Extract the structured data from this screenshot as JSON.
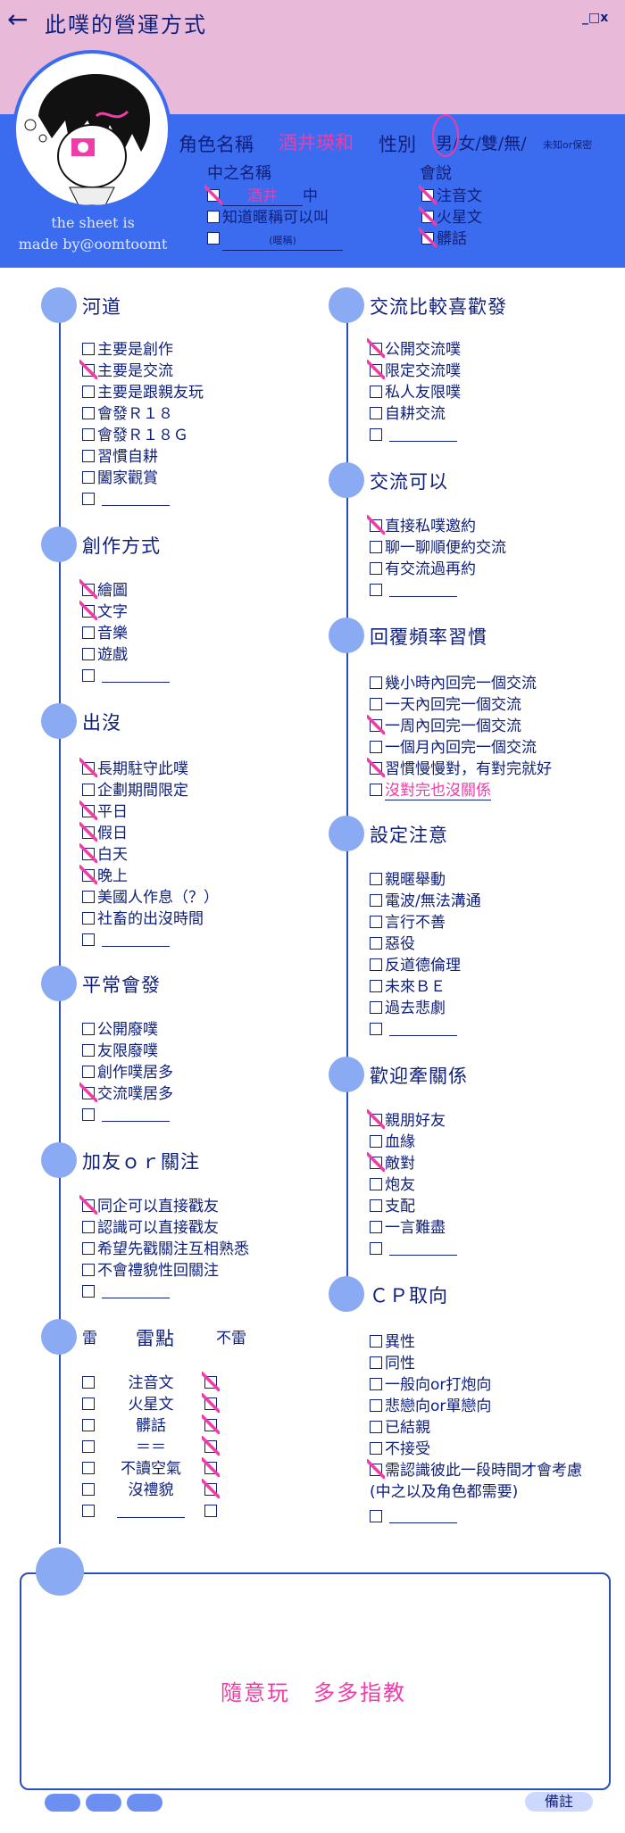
{
  "header": {
    "back_icon": "arrow-left-icon",
    "title": "此噗的營運方式",
    "window_controls": "_□x"
  },
  "credit": {
    "line1": "the sheet is",
    "line2": "made by@oomtoomt"
  },
  "profile": {
    "role_name_label": "角色名稱",
    "role_name": "酒井瑛和",
    "gender_label": "性別",
    "gender_options": "男/女/雙/無/",
    "gender_extra": "未知or保密",
    "gender_selected": "男",
    "cn_name_label": "中之名稱",
    "cn_name_value": "酒井",
    "cn_name_suffix": "中",
    "cn_item2": "知道暱稱可以叫",
    "cn_item3_placeholder": "(暱稱)",
    "lang_label": "會說",
    "lang_items": [
      {
        "label": "注音文",
        "checked": true
      },
      {
        "label": "火星文",
        "checked": true
      },
      {
        "label": "髒話",
        "checked": true
      }
    ]
  },
  "sections": {
    "hedao": {
      "title": "河道",
      "items": [
        {
          "label": "主要是創作",
          "checked": false
        },
        {
          "label": "主要是交流",
          "checked": true
        },
        {
          "label": "主要是跟親友玩",
          "checked": false
        },
        {
          "label": "會發Ｒ１８",
          "checked": false
        },
        {
          "label": "會發Ｒ１８Ｇ",
          "checked": false
        },
        {
          "label": "習慣自耕",
          "checked": false
        },
        {
          "label": "闔家觀賞",
          "checked": false
        }
      ]
    },
    "chuangzuo": {
      "title": "創作方式",
      "items": [
        {
          "label": "繪圖",
          "checked": true
        },
        {
          "label": "文字",
          "checked": true
        },
        {
          "label": "音樂",
          "checked": false
        },
        {
          "label": "遊戲",
          "checked": false
        }
      ]
    },
    "chumo": {
      "title": "出沒",
      "items": [
        {
          "label": "長期駐守此噗",
          "checked": true
        },
        {
          "label": "企劃期間限定",
          "checked": false
        },
        {
          "label": "平日",
          "checked": true
        },
        {
          "label": "假日",
          "checked": true
        },
        {
          "label": "白天",
          "checked": true
        },
        {
          "label": "晚上",
          "checked": true
        },
        {
          "label": "美國人作息（？）",
          "checked": false
        },
        {
          "label": "社畜的出沒時間",
          "checked": false
        }
      ]
    },
    "pingchang": {
      "title": "平常會發",
      "items": [
        {
          "label": "公開廢噗",
          "checked": false
        },
        {
          "label": "友限廢噗",
          "checked": false
        },
        {
          "label": "創作噗居多",
          "checked": false
        },
        {
          "label": "交流噗居多",
          "checked": true
        }
      ]
    },
    "jiayou": {
      "title": "加友ｏｒ關注",
      "items": [
        {
          "label": "同企可以直接戳友",
          "checked": true
        },
        {
          "label": "認識可以直接戳友",
          "checked": false
        },
        {
          "label": "希望先戳關注互相熟悉",
          "checked": false
        },
        {
          "label": "不會禮貌性回關注",
          "checked": false
        }
      ]
    },
    "jiaoliu": {
      "title": "交流比較喜歡發",
      "items": [
        {
          "label": "公開交流噗",
          "checked": true
        },
        {
          "label": "限定交流噗",
          "checked": true
        },
        {
          "label": "私人友限噗",
          "checked": false
        },
        {
          "label": "自耕交流",
          "checked": false
        }
      ]
    },
    "keyi": {
      "title": "交流可以",
      "items": [
        {
          "label": "直接私噗邀約",
          "checked": true
        },
        {
          "label": "聊一聊順便約交流",
          "checked": false
        },
        {
          "label": "有交流過再約",
          "checked": false
        }
      ]
    },
    "huifu": {
      "title": "回覆頻率習慣",
      "items": [
        {
          "label": "幾小時內回完一個交流",
          "checked": false
        },
        {
          "label": "一天內回完一個交流",
          "checked": false
        },
        {
          "label": "一周內回完一個交流",
          "checked": true
        },
        {
          "label": "一個月內回完一個交流",
          "checked": false
        },
        {
          "label": "習慣慢慢對，有對完就好",
          "checked": true
        }
      ],
      "extra": "沒對完也沒關係"
    },
    "sheding": {
      "title": "設定注意",
      "items": [
        {
          "label": "親暱舉動",
          "checked": false
        },
        {
          "label": "電波/無法溝通",
          "checked": false
        },
        {
          "label": "言行不善",
          "checked": false
        },
        {
          "label": "惡役",
          "checked": false
        },
        {
          "label": "反道德倫理",
          "checked": false
        },
        {
          "label": "未來ＢＥ",
          "checked": false
        },
        {
          "label": "過去悲劇",
          "checked": false
        }
      ]
    },
    "qianguanxi": {
      "title": "歡迎牽關係",
      "items": [
        {
          "label": "親朋好友",
          "checked": true
        },
        {
          "label": "血緣",
          "checked": false
        },
        {
          "label": "敵對",
          "checked": true
        },
        {
          "label": "炮友",
          "checked": false
        },
        {
          "label": "支配",
          "checked": false
        },
        {
          "label": "一言難盡",
          "checked": false
        }
      ]
    },
    "cp": {
      "title": "ＣＰ取向",
      "items": [
        {
          "label": "異性",
          "checked": false
        },
        {
          "label": "同性",
          "checked": false
        },
        {
          "label": "一般向or打炮向",
          "checked": false
        },
        {
          "label": "悲戀向or單戀向",
          "checked": false
        },
        {
          "label": "已結親",
          "checked": false
        },
        {
          "label": "不接受",
          "checked": false
        },
        {
          "label": "需認識彼此一段時間才會考慮",
          "checked": true
        }
      ],
      "extra": "(中之以及角色都需要)"
    }
  },
  "landmine": {
    "col_lei": "雷",
    "col_title": "雷點",
    "col_bulei": "不雷",
    "rows": [
      {
        "label": "注音文",
        "lei": false,
        "bulei": true
      },
      {
        "label": "火星文",
        "lei": false,
        "bulei": true
      },
      {
        "label": "髒話",
        "lei": false,
        "bulei": true
      },
      {
        "label": "＝＝",
        "lei": false,
        "bulei": true
      },
      {
        "label": "不讀空氣",
        "lei": false,
        "bulei": true
      },
      {
        "label": "沒禮貌",
        "lei": false,
        "bulei": true
      }
    ]
  },
  "memo": {
    "text": "隨意玩　多多指教"
  },
  "footer": {
    "note_button": "備註"
  },
  "colors": {
    "pink": "#e9b9da",
    "blue": "#3b6cf0",
    "navy": "#10207a",
    "accent": "#f03ca8",
    "dot": "#8aaaf4"
  }
}
